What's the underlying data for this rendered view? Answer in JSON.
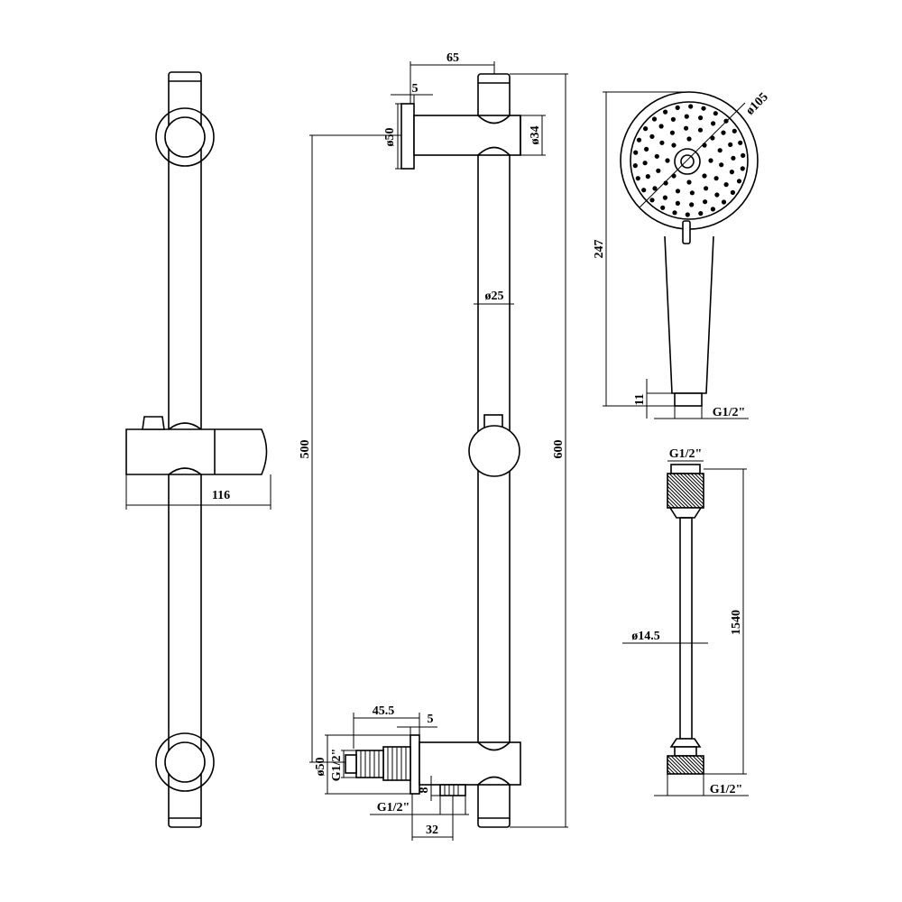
{
  "dimensions": {
    "clamp_width": "116",
    "clip_offset": "65",
    "flange_thickness_top": "5",
    "flange_dia_top": "ø50",
    "clip_dia": "ø34",
    "rail_dia": "ø25",
    "bracket_spacing": "500",
    "rail_length": "600",
    "outlet_length": "45.5",
    "flange_thickness_bottom": "5",
    "flange_dia_bottom": "ø50",
    "inlet_thread": "G1/2\"",
    "outlet_thread": "G1/2\"",
    "outlet_height": "8",
    "outlet_offset": "32",
    "head_dia": "ø105",
    "handset_length": "247",
    "handset_nut": "11",
    "handset_thread": "G1/2\"",
    "hose_thread_top": "G1/2\"",
    "hose_dia": "ø14.5",
    "hose_length": "1540",
    "hose_thread_bottom": "G1/2\""
  },
  "colors": {
    "line": "#000000",
    "background": "#ffffff"
  }
}
